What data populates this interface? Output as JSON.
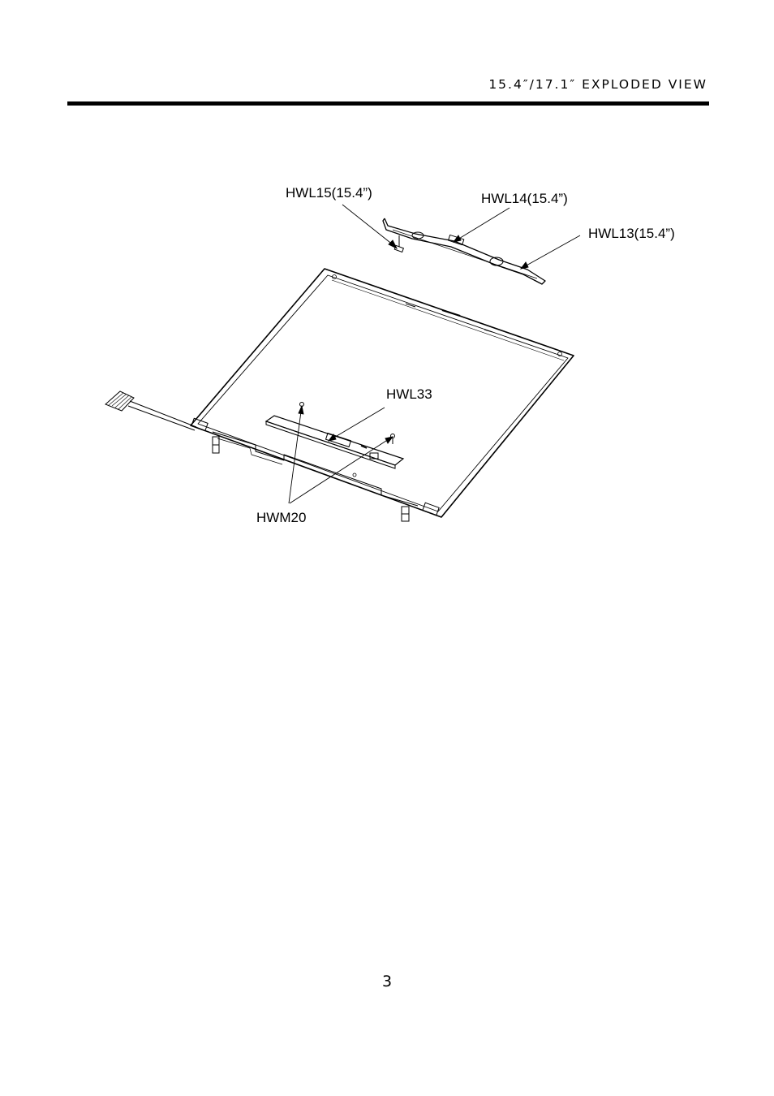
{
  "header": {
    "title": "15.4″/17.1″ EXPLODED VIEW"
  },
  "diagram": {
    "callouts": [
      {
        "id": "hwl15",
        "label": "HWL15(15.4”)"
      },
      {
        "id": "hwl14",
        "label": "HWL14(15.4”)"
      },
      {
        "id": "hwl13",
        "label": "HWL13(15.4”)"
      },
      {
        "id": "hwl33",
        "label": "HWL33"
      },
      {
        "id": "hwm20",
        "label": "HWM20"
      }
    ]
  },
  "footer": {
    "page_number": "3"
  }
}
